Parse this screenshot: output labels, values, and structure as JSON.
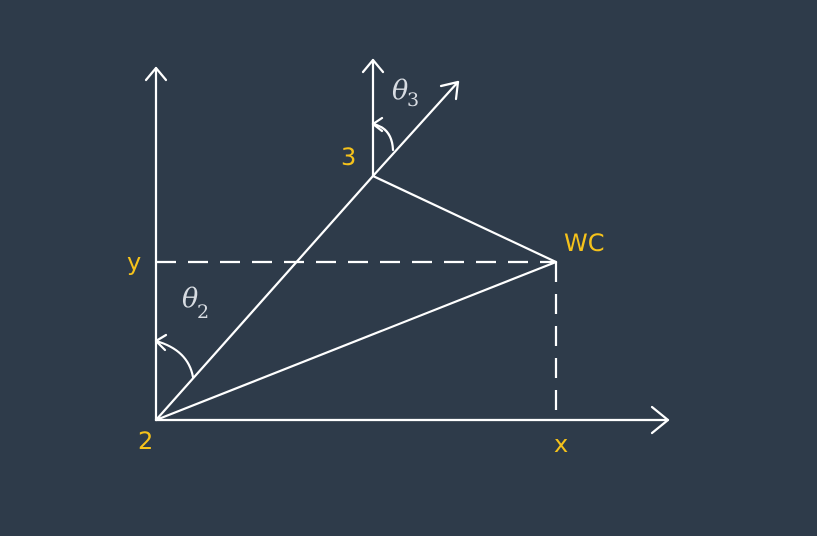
{
  "labels": {
    "origin": "2",
    "joint3": "3",
    "wrist_center": "WC",
    "x_axis": "x",
    "y_axis": "y",
    "theta2": "θ",
    "theta2_sub": "2",
    "theta3": "θ",
    "theta3_sub": "3"
  },
  "colors": {
    "background": "#2e3b4a",
    "lines": "#ffffff",
    "point_labels": "#f5c21b",
    "angle_labels": "#d8dce2"
  }
}
